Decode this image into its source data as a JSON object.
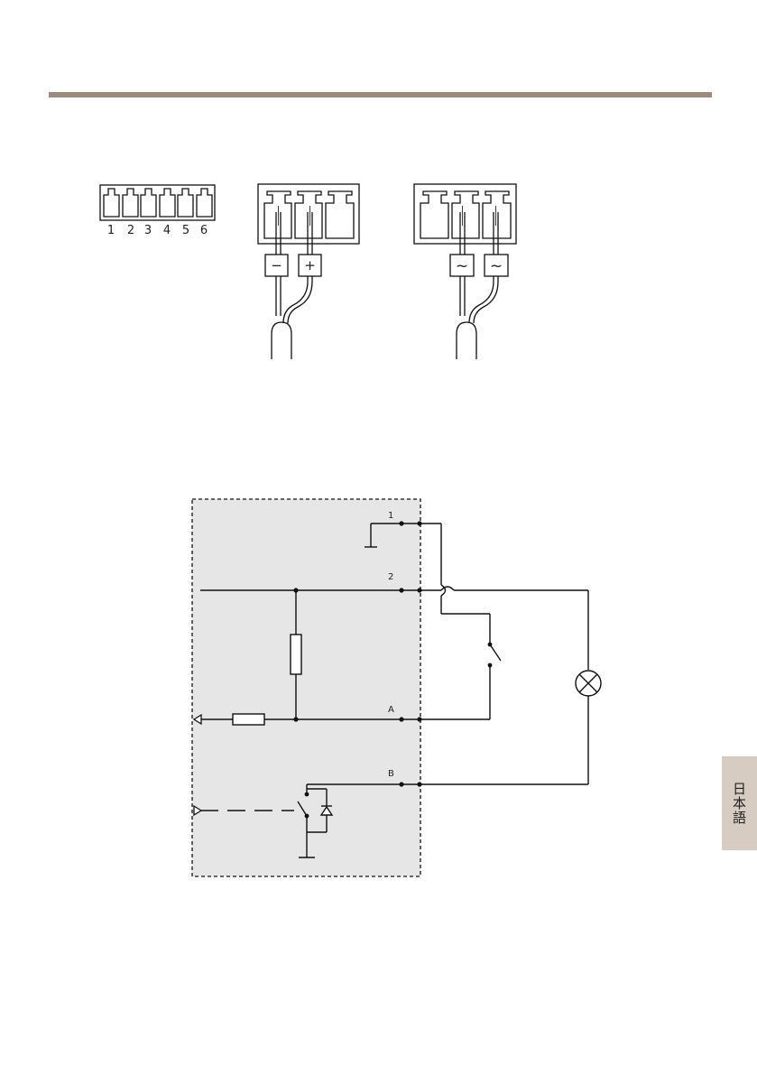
{
  "page": {
    "rule_color": "#9b8b7c",
    "side_tab": {
      "label": "日本語",
      "color": "#d6ccc1"
    }
  },
  "connector_pinout": {
    "pin_labels": [
      "1",
      "2",
      "3",
      "4",
      "5",
      "6"
    ]
  },
  "dc_power_connector": {
    "terminal_labels": [
      "−",
      "+"
    ]
  },
  "ac_power_connector": {
    "terminal_labels": [
      "~",
      "~"
    ]
  },
  "io_schematic": {
    "shaded_color": "#e6e6e6",
    "terminal_labels": {
      "t1": "1",
      "t2": "2",
      "tA": "A",
      "tB": "B"
    }
  }
}
